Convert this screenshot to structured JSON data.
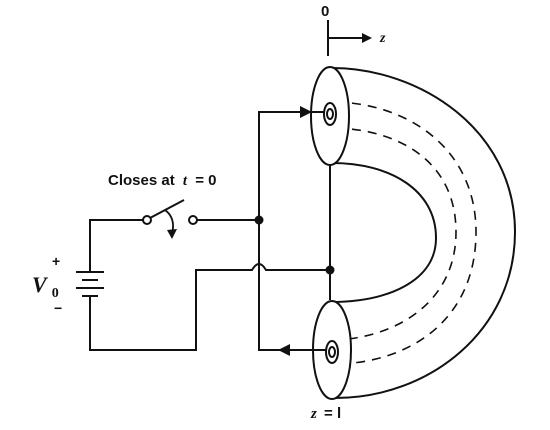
{
  "labels": {
    "origin": "0",
    "z_axis": "z",
    "switch_text": "Closes at",
    "switch_t": "t",
    "switch_eq": "= 0",
    "plus": "+",
    "minus": "−",
    "source_v": "V",
    "source_sub": "0",
    "end_z": "z",
    "end_eq": "= l"
  }
}
